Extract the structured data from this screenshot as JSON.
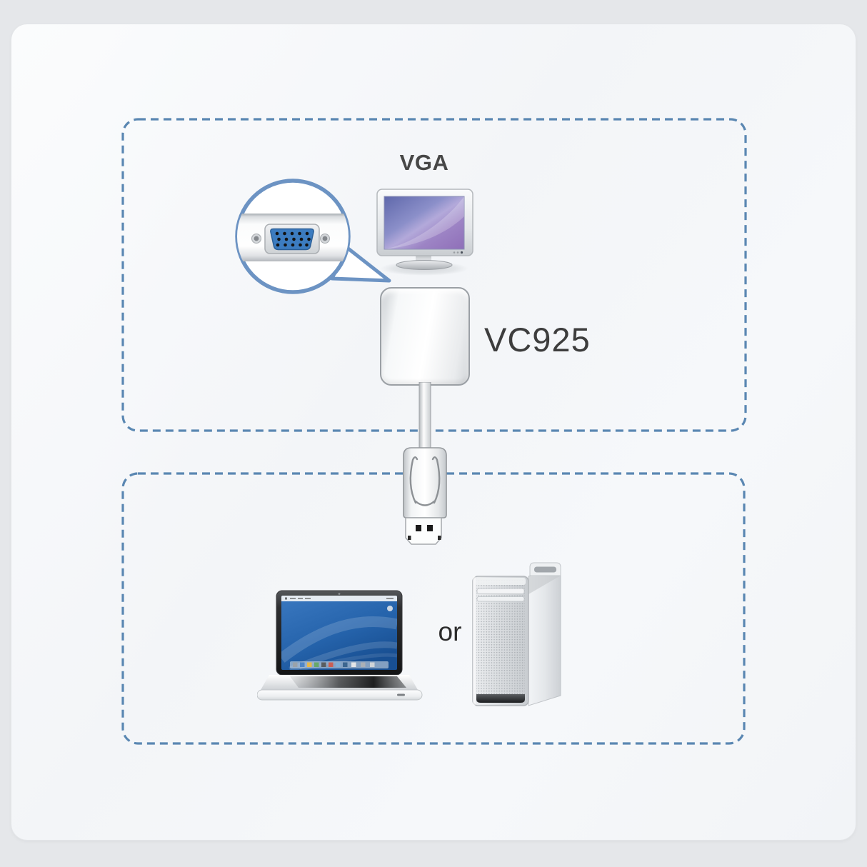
{
  "diagram": {
    "title_context": "DisplayPort to VGA adapter connection diagram",
    "top_zone": {
      "port_label": "VGA",
      "device_label": "VC925"
    },
    "bottom_zone": {
      "conjunction_label": "or"
    }
  },
  "icons": {
    "monitor": "vga-monitor-icon",
    "port_magnifier": "vga-port-magnifier-bubble",
    "vga_port": "vga-port-icon",
    "adapter": "vc925-adapter-body",
    "cable": "displayport-cable",
    "connector": "displayport-connector-icon",
    "laptop": "laptop-icon",
    "tower": "desktop-tower-icon"
  },
  "colors": {
    "page_background": "#E5E7EA",
    "card_background": "#F6F8FA",
    "dashed_border": "#5A87B2",
    "bubble_border": "#6C93C3",
    "vga_port_blue": "#3C7CC0",
    "monitor_screen_gradient_start": "#6B74B4",
    "monitor_screen_gradient_end": "#9A7FC2",
    "laptop_wallpaper_blue": "#2B6AB3",
    "label_text": "#3D3D3D"
  }
}
